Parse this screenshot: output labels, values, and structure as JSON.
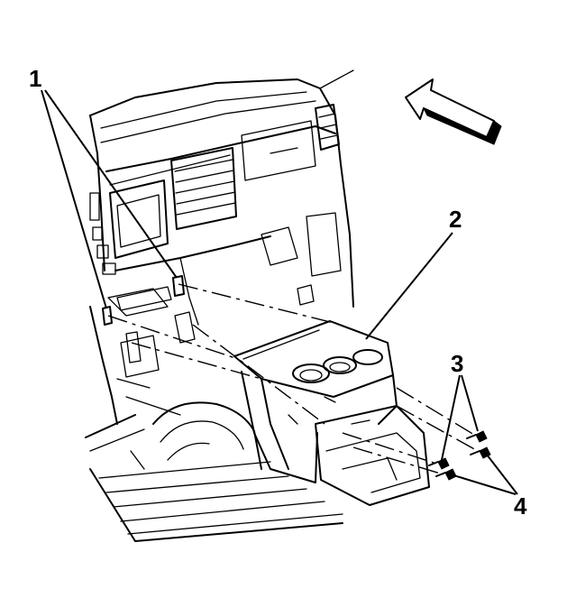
{
  "callouts": [
    {
      "id": "1",
      "label": "1"
    },
    {
      "id": "2",
      "label": "2"
    },
    {
      "id": "3",
      "label": "3"
    },
    {
      "id": "4",
      "label": "4"
    }
  ],
  "icons": [
    "forward-direction-arrow-icon"
  ],
  "colors": {
    "ink": "#000000",
    "background": "#ffffff"
  }
}
